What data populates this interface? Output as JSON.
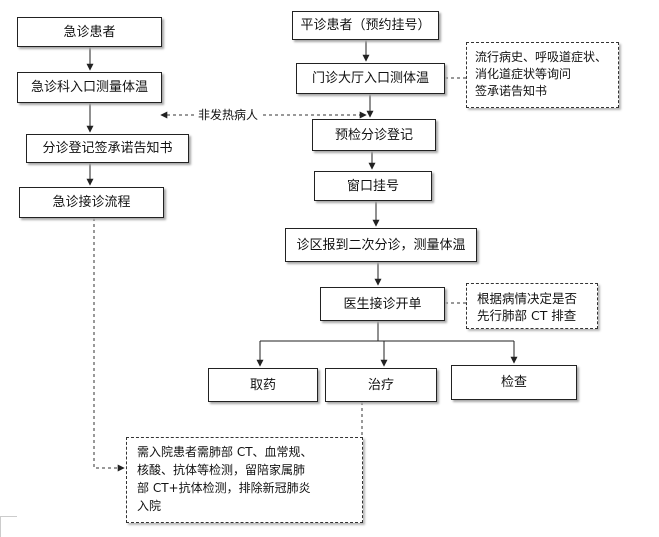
{
  "nodes": {
    "emergency_patient": "急诊患者",
    "emergency_temp": "急诊科入口测量体温",
    "triage_sign": "分诊登记签承诺告知书",
    "emergency_process": "急诊接诊流程",
    "outpatient_patient": "平诊患者（预约挂号）",
    "hall_temp": "门诊大厅入口测体温",
    "pre_triage": "预检分诊登记",
    "window_reg": "窗口挂号",
    "second_triage": "诊区报到二次分诊，测量体温",
    "doctor_order": "医生接诊开单",
    "medicine": "取药",
    "treatment": "治疗",
    "examination": "检查"
  },
  "notes": {
    "inquiry": [
      "流行病史、呼吸道症状、",
      "消化道症状等询问",
      "签承诺告知书"
    ],
    "ct_decision": [
      "根据病情决定是否",
      "先行肺部 CT 排查"
    ],
    "admission": [
      "需入院患者需肺部 CT、血常规、",
      "核酸、抗体等检测，留陪家属肺",
      "部 CT+抗体检测，排除新冠肺炎",
      "入院"
    ]
  },
  "edge_labels": {
    "non_fever": "非发热病人"
  }
}
